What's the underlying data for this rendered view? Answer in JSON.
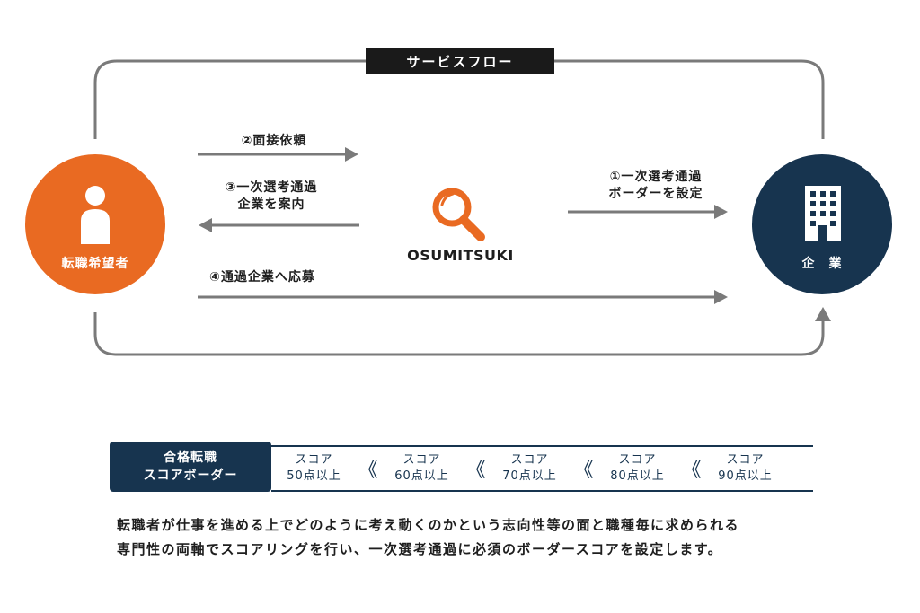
{
  "flow": {
    "title": "サービスフロー",
    "seeker_label": "転職希望者",
    "company_label": "企　業",
    "brand": "OSUMITSUKI",
    "step2": "②面接依頼",
    "step3": [
      "③一次選考通過",
      "企業を案内"
    ],
    "step1": [
      "①一次選考通過",
      "ボーダーを設定"
    ],
    "step4": "④通過企業へ応募"
  },
  "score": {
    "header": [
      "合格転職",
      "スコアボーダー"
    ],
    "separator": "《",
    "items": [
      {
        "label": "スコア",
        "value": "50点以上"
      },
      {
        "label": "スコア",
        "value": "60点以上"
      },
      {
        "label": "スコア",
        "value": "70点以上"
      },
      {
        "label": "スコア",
        "value": "80点以上"
      },
      {
        "label": "スコア",
        "value": "90点以上"
      }
    ]
  },
  "description": [
    "転職者が仕事を進める上でどのように考え動くのかという志向性等の面と職種毎に求められる",
    "専門性の両軸でスコアリングを行い、一次選考通過に必須のボーダースコアを設定します。"
  ],
  "colors": {
    "orange": "#e96a22",
    "navy": "#17344f",
    "gray_line": "#7a7a7a",
    "black": "#1a1a1a"
  },
  "icons": {
    "seeker": "person-icon",
    "company": "building-icon",
    "brand": "magnifier-icon"
  }
}
